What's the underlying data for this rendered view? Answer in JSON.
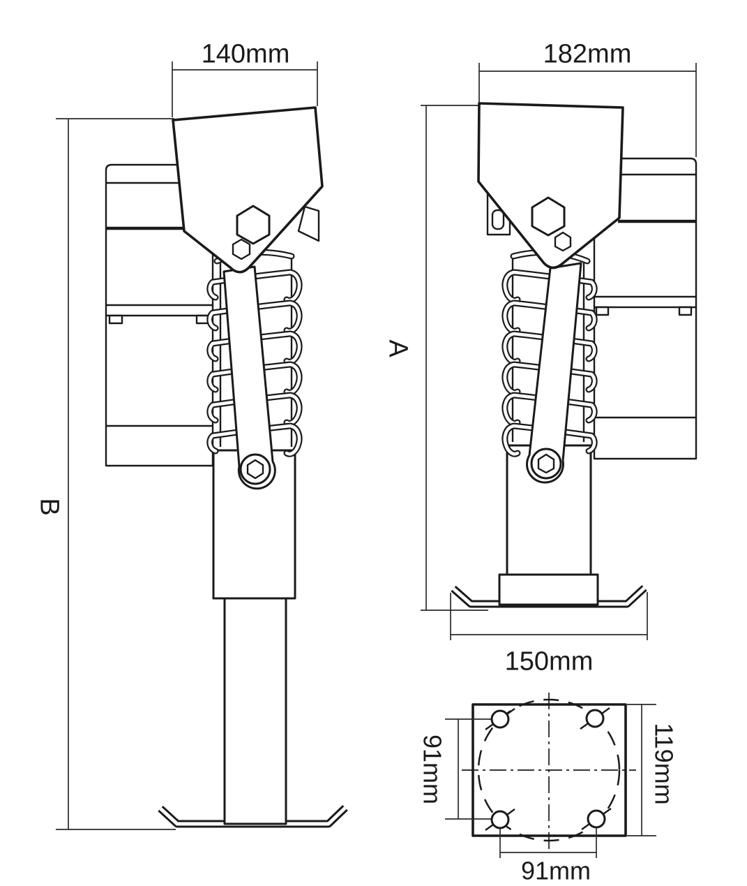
{
  "drawing": {
    "subject": "trailer drop-leg jack dimension drawing, three views",
    "colors": {
      "ink": "#1a1a1a",
      "background": "#ffffff"
    },
    "views": {
      "extended_side_view": {
        "width_label": "140mm",
        "height_label": "B"
      },
      "retracted_side_view": {
        "width_label": "182mm",
        "height_label": "A",
        "foot_width_label": "150mm"
      },
      "mounting_plate_bottom_view": {
        "hole_span_vertical_label": "91mm",
        "plate_width_label": "119mm",
        "hole_span_horizontal_label": "91mm"
      }
    }
  }
}
